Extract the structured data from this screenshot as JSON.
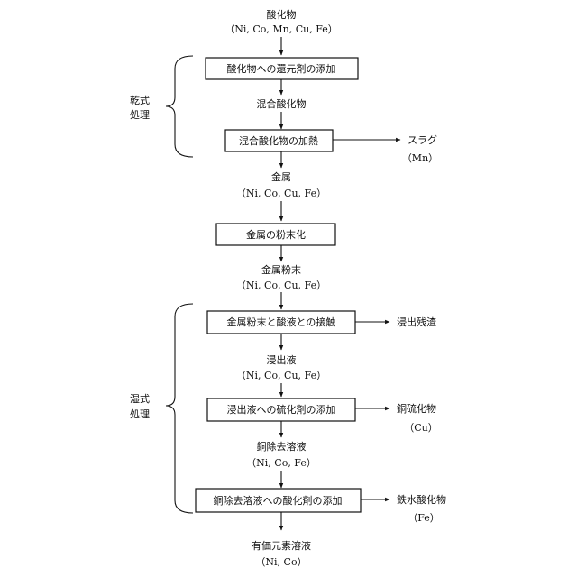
{
  "labels": {
    "oxide": "酸化物",
    "oxide_elements": "（Ni, Co, Mn, Cu, Fe）",
    "mixed_oxide": "混合酸化物",
    "metal": "金属",
    "metal_elements": "（Ni, Co, Cu, Fe）",
    "metal_powder": "金属粉末",
    "metal_powder_elements": "（Ni, Co, Cu, Fe）",
    "leachate": "浸出液",
    "leachate_elements": "（Ni, Co, Cu, Fe）",
    "cu_removed": "銅除去溶液",
    "cu_removed_elements": "（Ni, Co, Fe）",
    "final": "有価元素溶液",
    "final_elements": "（Ni, Co）"
  },
  "steps": {
    "reduce": "酸化物への還元剤の添加",
    "heat": "混合酸化物の加熱",
    "pulverize": "金属の粉末化",
    "contact": "金属粉末と酸液との接触",
    "sulfide": "浸出液への硫化剤の添加",
    "oxidize": "銅除去溶液への酸化剤の添加"
  },
  "side_outputs": {
    "slag": "スラグ",
    "slag_element": "（Mn）",
    "residue": "浸出残渣",
    "cu_sulfide": "銅硫化物",
    "cu_sulfide_element": "（Cu）",
    "fe_hydroxide": "鉄水酸化物",
    "fe_hydroxide_element": "（Fe）"
  },
  "groups": {
    "dry_line1": "乾式",
    "dry_line2": "処理",
    "wet_line1": "湿式",
    "wet_line2": "処理"
  }
}
